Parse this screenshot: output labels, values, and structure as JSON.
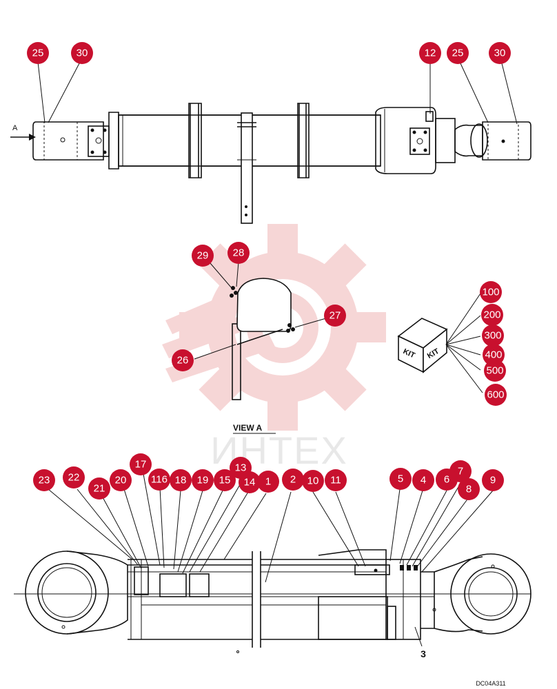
{
  "watermark": {
    "text": "ИНТЕХ",
    "color": "#f0c8c8"
  },
  "callout_color": "#c8102e",
  "arrow_label": "A",
  "view_label": "VIEW  A",
  "drawing_code": "DC04A311",
  "kit_box": {
    "face_left": "KIT",
    "face_right": "KIT"
  },
  "plain_labels": {
    "part_3": "3"
  },
  "callouts": {
    "top_left_25": "25",
    "top_left_30": "30",
    "top_12": "12",
    "top_right_25": "25",
    "top_right_30": "30",
    "view_29": "29",
    "view_28": "28",
    "view_27": "27",
    "view_26": "26",
    "kit_100": "100",
    "kit_200": "200",
    "kit_300": "300",
    "kit_400": "400",
    "kit_500": "500",
    "kit_600": "600",
    "b_23": "23",
    "b_22": "22",
    "b_21": "21",
    "b_20": "20",
    "b_17": "17",
    "b_116": "116",
    "b_18": "18",
    "b_19": "19",
    "b_15": "15",
    "b_13": "13",
    "b_14": "14",
    "b_1": "1",
    "b_2": "2",
    "b_10": "10",
    "b_11": "11",
    "b_5": "5",
    "b_4": "4",
    "b_6": "6",
    "b_7": "7",
    "b_8": "8",
    "b_9": "9"
  }
}
